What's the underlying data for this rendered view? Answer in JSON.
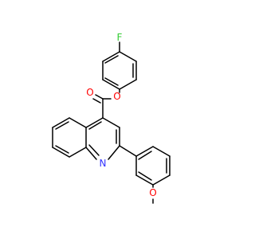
{
  "molecule": {
    "atom_labels": {
      "fluorine": {
        "text": "F",
        "color": "#33cc33"
      },
      "ester_carbonyl_oxygen": {
        "text": "O",
        "color": "#ff0000"
      },
      "ester_oxygen": {
        "text": "O",
        "color": "#ff0000"
      },
      "ring_nitrogen": {
        "text": "N",
        "color": "#3333ff"
      },
      "methoxy_oxygen": {
        "text": "O",
        "color": "#ff0000"
      }
    },
    "bond_color": "#000000"
  }
}
